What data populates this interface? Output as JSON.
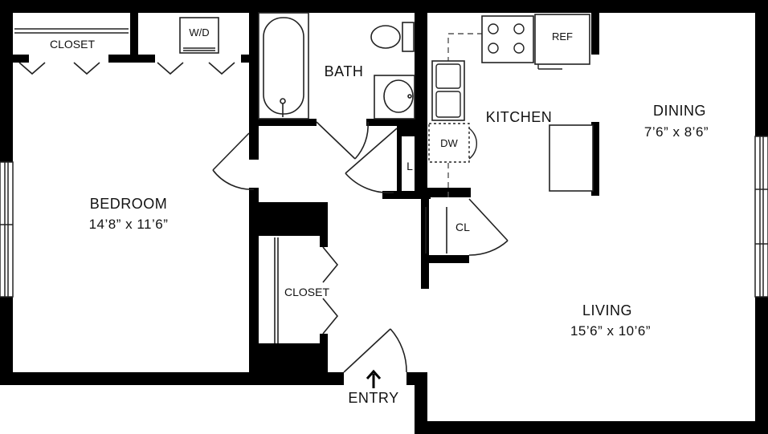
{
  "colors": {
    "wall": "#000000",
    "line": "#222222",
    "fixture": "#ffffff",
    "dash": "#555555"
  },
  "rooms": {
    "bedroom": {
      "name": "BEDROOM",
      "dims": "14’8” x 11’6”"
    },
    "bath": {
      "name": "BATH"
    },
    "kitchen": {
      "name": "KITCHEN"
    },
    "dining": {
      "name": "DINING",
      "dims": "7’6” x 8’6”"
    },
    "living": {
      "name": "LIVING",
      "dims": "15’6” x 10’6”"
    },
    "bedroom_closet": {
      "name": "CLOSET"
    },
    "hall_closet": {
      "name": "CLOSET"
    }
  },
  "labels": {
    "washer_dryer": "W/D",
    "refrigerator": "REF",
    "dishwasher": "DW",
    "linen": "L",
    "coat_closet": "CL",
    "entry": "ENTRY"
  }
}
